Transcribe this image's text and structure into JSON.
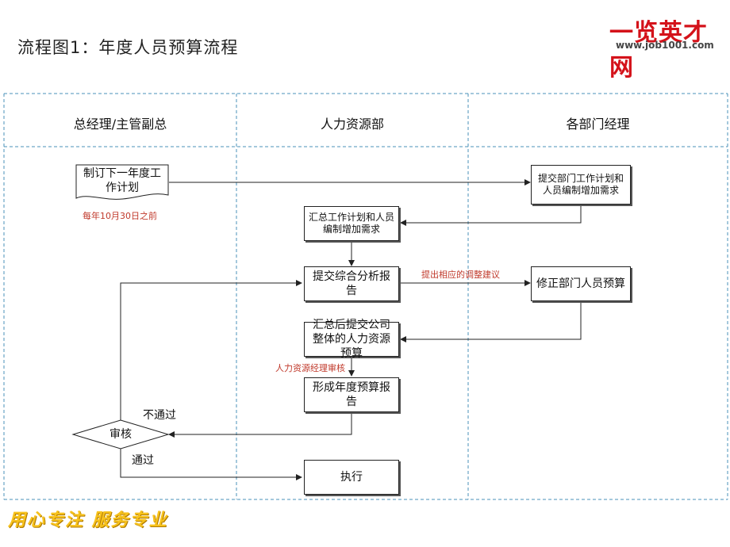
{
  "title": "流程图1：年度人员预算流程",
  "logo": {
    "name": "一览英才网",
    "url": "www.job1001.com"
  },
  "lanes": [
    {
      "id": "gm",
      "label": "总经理/主管副总"
    },
    {
      "id": "hr",
      "label": "人力资源部"
    },
    {
      "id": "dept",
      "label": "各部门经理"
    }
  ],
  "nodes": {
    "plan": "制订下一年度工作计划",
    "dept_submit": "提交部门工作计划和人员编制增加需求",
    "hr_summary": "汇总工作计划和人员编制增加需求",
    "analysis": "提交综合分析报告",
    "dept_revise": "修正部门人员预算",
    "overall": "汇总后提交公司整体的人力资源预算",
    "final_report": "形成年度预算报告",
    "review": "审核",
    "execute": "执行"
  },
  "annotations": {
    "deadline": "每年10月30日之前",
    "adjust": "提出相应的调整建议",
    "hr_manager_review": "人力资源经理审核",
    "rejected": "不通过",
    "approved": "通过"
  },
  "footer": {
    "slogan": "用心专注  服务专业"
  },
  "colors": {
    "accent_red": "#c0392b",
    "lane_divider": "#4a90b8",
    "slogan": "#f7c21c",
    "logo_red": "#d4121a"
  }
}
